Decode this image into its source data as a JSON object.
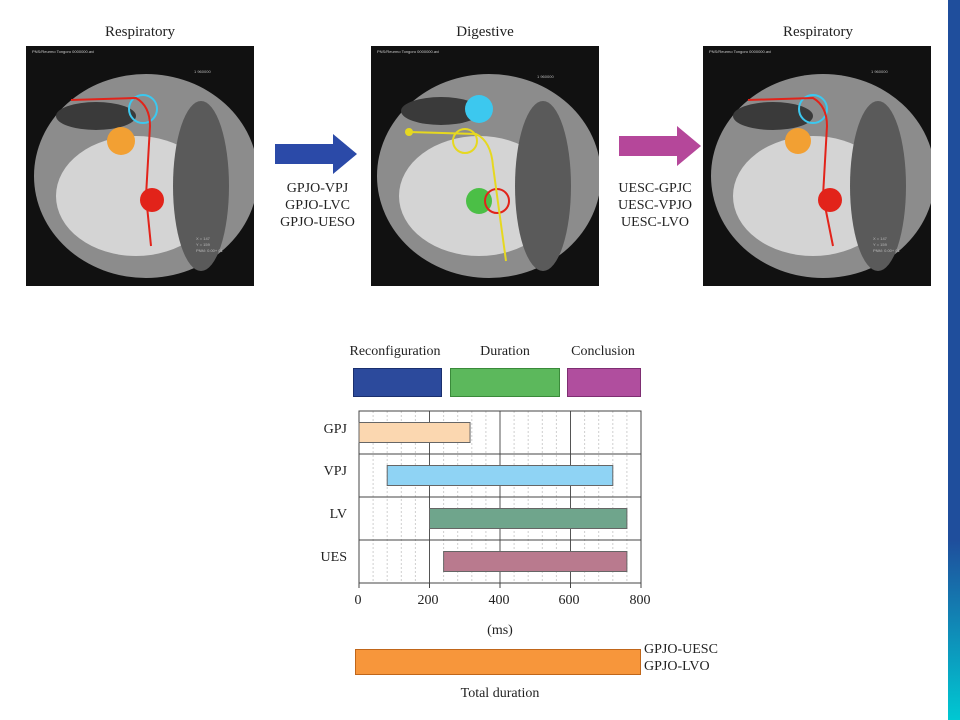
{
  "panels": [
    {
      "title": "Respiratory"
    },
    {
      "title": "Digestive"
    },
    {
      "title": "Respiratory"
    }
  ],
  "transitions": [
    {
      "lines": [
        "GPJO-VPJ",
        "GPJO-LVC",
        "GPJO-UESO"
      ],
      "color": "#2b4aa8"
    },
    {
      "lines": [
        "UESC-GPJC",
        "UESC-VPJO",
        "UESC-LVO"
      ],
      "color": "#b5479a"
    }
  ],
  "phases": [
    {
      "label": "Reconfiguration",
      "color": "#2c4a9c"
    },
    {
      "label": "Duration",
      "color": "#5cb85c"
    },
    {
      "label": "Conclusion",
      "color": "#b04e9e"
    }
  ],
  "chart_data": {
    "type": "bar",
    "orientation": "horizontal",
    "xlabel": "(ms)",
    "xlim": [
      0,
      800
    ],
    "xticks": [
      "0",
      "200",
      "400",
      "600",
      "800"
    ],
    "rows": [
      {
        "label": "GPJ",
        "start": 0,
        "end": 315,
        "color": "#fbd7b0"
      },
      {
        "label": "VPJ",
        "start": 80,
        "end": 720,
        "color": "#8fd3f4"
      },
      {
        "label": "LV",
        "start": 200,
        "end": 760,
        "color": "#6fa58c"
      },
      {
        "label": "UES",
        "start": 240,
        "end": 760,
        "color": "#b97a8e"
      }
    ],
    "grid": true
  },
  "total": {
    "label": "Total duration",
    "right_lines": [
      "GPJO-UESC",
      "GPJO-LVO"
    ],
    "color": "#f7963b"
  },
  "colors": {
    "edge_top": "#1f4e9c",
    "edge_bottom": "#00c8d2"
  }
}
